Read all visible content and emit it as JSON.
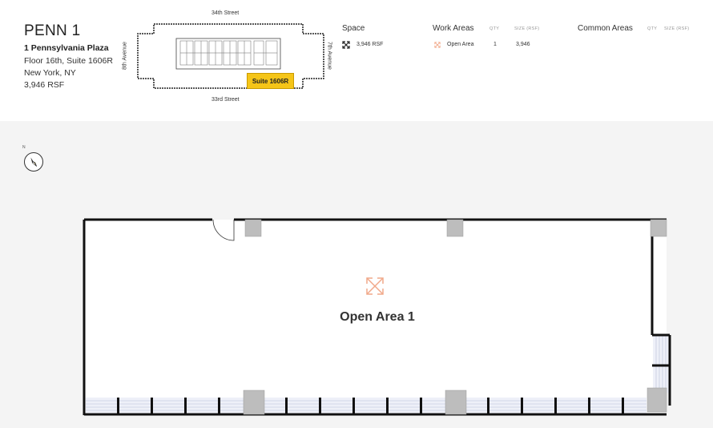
{
  "building": {
    "title": "PENN 1",
    "address": "1 Pennsylvania Plaza",
    "floor_suite": "Floor 16th, Suite 1606R",
    "city": "New York, NY",
    "size": "3,946 RSF"
  },
  "streets": {
    "north": "34th Street",
    "south": "33rd Street",
    "west": "8th Avenue",
    "east": "7th Avenue"
  },
  "suite_chip": "Suite 1606R",
  "space": {
    "heading": "Space",
    "value": "3,946 RSF",
    "icon": "expand-arrows-icon"
  },
  "work_areas": {
    "heading": "Work Areas",
    "qty_label": "QTY",
    "size_label": "SIZE (RSF)",
    "rows": [
      {
        "name": "Open Area",
        "qty": "1",
        "size": "3,946"
      }
    ]
  },
  "common_areas": {
    "heading": "Common Areas",
    "qty_label": "QTY",
    "size_label": "SIZE (RSF)"
  },
  "compass_label": "N",
  "floorplan": {
    "area_label": "Open Area 1",
    "accent_color": "#f1a98a",
    "highlight_color": "#f5c518"
  }
}
